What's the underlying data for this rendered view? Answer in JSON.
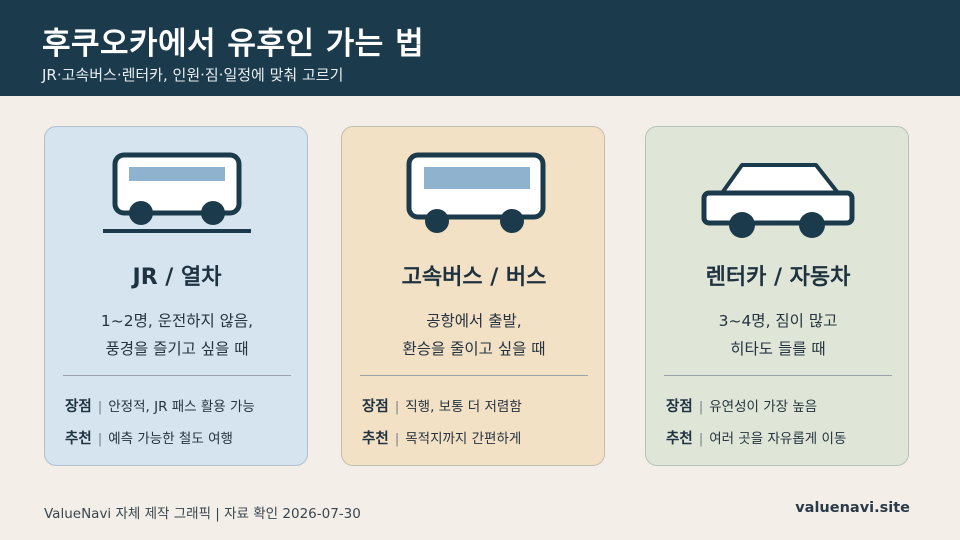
{
  "header": {
    "title": "후쿠오카에서 유후인 가는 법",
    "subtitle": "JR·고속버스·렌터카, 인원·짐·일정에 맞춰 고르기"
  },
  "cards": [
    {
      "icon": "train-icon",
      "color": "#d6e4ef",
      "title": "JR / 열차",
      "desc": [
        "1~2명, 운전하지 않음,",
        "풍경을 즐기고 싶을 때"
      ],
      "pros_label": "장점",
      "pros": "안정적, JR 패스 활용 가능",
      "rec_label": "추천",
      "rec": "예측 가능한 철도 여행"
    },
    {
      "icon": "bus-icon",
      "color": "#f3e1c6",
      "title": "고속버스 / 버스",
      "desc": [
        "공항에서 출발,",
        "환승을 줄이고 싶을 때"
      ],
      "pros_label": "장점",
      "pros": "직행, 보통 더 저렴함",
      "rec_label": "추천",
      "rec": "목적지까지 간편하게"
    },
    {
      "icon": "car-icon",
      "color": "#dfe6d8",
      "title": "렌터카 / 자동차",
      "desc": [
        "3~4명, 짐이 많고",
        "히타도 들를 때"
      ],
      "pros_label": "장점",
      "pros": "유연성이 가장 높음",
      "rec_label": "추천",
      "rec": "여러 곳을 자유롭게 이동"
    }
  ],
  "footer": {
    "credit": "ValueNavi 자체 제작 그래픽 | 자료 확인 2026-07-30",
    "site": "valuenavi.site"
  }
}
